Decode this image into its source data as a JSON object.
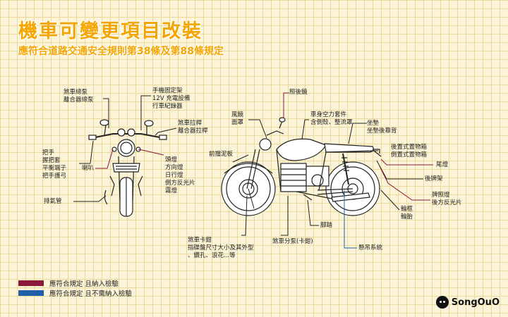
{
  "title": "機車可變更項目改裝",
  "subtitle": "應符合道路交通安全規則第38條及第88條規定",
  "colors": {
    "inspect": "#8b1a3a",
    "no_inspect": "#1f5fa8",
    "title": "#f5a500"
  },
  "labels": {
    "clutch_cable": [
      "煞車總泵",
      "離合器總泵"
    ],
    "phone_mount": [
      "手機固定架",
      "12V 充電設備",
      "行車紀錄器"
    ],
    "brake_lever": [
      "煞車拉桿",
      "離合器拉桿"
    ],
    "handlebar": [
      "把手",
      "握把套",
      "平衡端子",
      "把手護弓"
    ],
    "horn": [
      "喇叭"
    ],
    "headlight": [
      "頭燈",
      "方向燈",
      "日行燈",
      "側方反光片",
      "霧燈"
    ],
    "exhaust": [
      "排氣管"
    ],
    "mirror": [
      "照後鏡"
    ],
    "windshield": [
      "風鏡",
      "面罩"
    ],
    "air_intake": [
      "車身空力套件",
      "含側殼、整流罩"
    ],
    "seat": [
      "坐墊",
      "坐墊後靠背"
    ],
    "fender": [
      "前擋泥板"
    ],
    "rack": [
      "後置式置物箱",
      "側置式置物箱"
    ],
    "tail_light": [
      "尾燈"
    ],
    "plate_rack": [
      "後牌架"
    ],
    "plate_light": [
      "牌照燈",
      "後方反光片"
    ],
    "wheel": [
      "輪框",
      "輪胎"
    ],
    "footpeg": [
      "腳踏"
    ],
    "caliper": [
      "煞車卡鉗",
      "指碟盤尺寸大小及其外型",
      "、鑽孔、浪花...等"
    ],
    "sprocket": [
      "煞車分泵(卡鉗)"
    ],
    "suspension": [
      "懸吊系統"
    ]
  },
  "legend": [
    {
      "text": "應符合規定 且納入檢驗",
      "color": "#8b1a3a"
    },
    {
      "text": "應符合規定 且不需納入檢驗",
      "color": "#1f5fa8"
    }
  ],
  "brand": "SongOuO"
}
